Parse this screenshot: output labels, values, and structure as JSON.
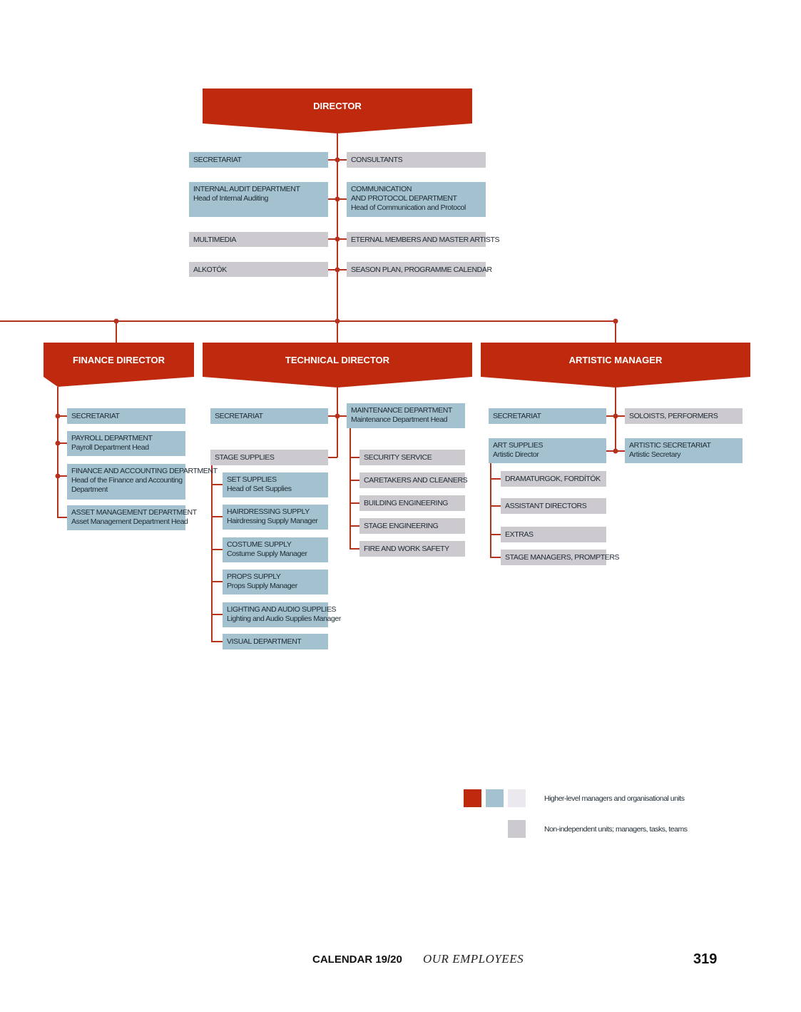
{
  "director": {
    "label": "DIRECTOR"
  },
  "staff_left": [
    {
      "title": "SECRETARIAT",
      "subtitle": "",
      "color": "blue"
    },
    {
      "title": "INTERNAL AUDIT DEPARTMENT",
      "subtitle": "Head of Internal Auditing",
      "color": "blue"
    },
    {
      "title": "MULTIMEDIA",
      "subtitle": "",
      "color": "grey"
    },
    {
      "title": "ALKOTÓK",
      "subtitle": "",
      "color": "grey"
    }
  ],
  "staff_right": [
    {
      "title": "CONSULTANTS",
      "subtitle": "",
      "color": "grey"
    },
    {
      "title": "COMMUNICATION\nAND PROTOCOL DEPARTMENT",
      "subtitle": "Head of Communication and Protocol",
      "color": "blue"
    },
    {
      "title": "ETERNAL MEMBERS AND MASTER ARTISTS",
      "subtitle": "",
      "color": "grey"
    },
    {
      "title": "SEASON PLAN, PROGRAMME CALENDAR",
      "subtitle": "",
      "color": "grey"
    }
  ],
  "finance": {
    "label": "FINANCE DIRECTOR",
    "units": [
      {
        "title": "SECRETARIAT",
        "subtitle": "",
        "color": "blue"
      },
      {
        "title": "PAYROLL DEPARTMENT",
        "subtitle": "Payroll Department Head",
        "color": "blue"
      },
      {
        "title": "FINANCE AND ACCOUNTING DEPARTMENT",
        "subtitle": "Head of the Finance and Accounting\nDepartment",
        "color": "blue"
      },
      {
        "title": "ASSET MANAGEMENT DEPARTMENT",
        "subtitle": "Asset Management Department Head",
        "color": "blue"
      }
    ]
  },
  "technical": {
    "label": "TECHNICAL DIRECTOR",
    "secretariat": {
      "title": "SECRETARIAT",
      "subtitle": "",
      "color": "blue"
    },
    "stage_supplies": {
      "title": "STAGE SUPPLIES",
      "subtitle": "",
      "color": "grey"
    },
    "stage_units": [
      {
        "title": "SET SUPPLIES",
        "subtitle": "Head of Set Supplies",
        "color": "blue"
      },
      {
        "title": "HAIRDRESSING SUPPLY",
        "subtitle": "Hairdressing Supply Manager",
        "color": "blue"
      },
      {
        "title": "COSTUME SUPPLY",
        "subtitle": "Costume Supply Manager",
        "color": "blue"
      },
      {
        "title": "PROPS SUPPLY",
        "subtitle": "Props Supply Manager",
        "color": "blue"
      },
      {
        "title": "LIGHTING AND AUDIO SUPPLIES",
        "subtitle": "Lighting and Audio Supplies Manager",
        "color": "blue"
      },
      {
        "title": "VISUAL DEPARTMENT",
        "subtitle": "",
        "color": "blue"
      }
    ],
    "maintenance": {
      "title": "MAINTENANCE DEPARTMENT",
      "subtitle": "Maintenance Department Head",
      "color": "blue"
    },
    "maintenance_units": [
      {
        "title": "SECURITY SERVICE",
        "subtitle": "",
        "color": "grey"
      },
      {
        "title": "CARETAKERS AND CLEANERS",
        "subtitle": "",
        "color": "grey"
      },
      {
        "title": "BUILDING ENGINEERING",
        "subtitle": "",
        "color": "grey"
      },
      {
        "title": "STAGE ENGINEERING",
        "subtitle": "",
        "color": "grey"
      },
      {
        "title": "FIRE AND WORK SAFETY",
        "subtitle": "",
        "color": "grey"
      }
    ]
  },
  "artistic": {
    "label": "ARTISTIC MANAGER",
    "secretariat": {
      "title": "SECRETARIAT",
      "subtitle": "",
      "color": "blue"
    },
    "art_supplies": {
      "title": "ART SUPPLIES",
      "subtitle": "Artistic Director",
      "color": "blue"
    },
    "art_units": [
      {
        "title": "DRAMATURGOK, FORDÍTÓK",
        "subtitle": "",
        "color": "grey"
      },
      {
        "title": "ASSISTANT DIRECTORS",
        "subtitle": "",
        "color": "grey"
      },
      {
        "title": "EXTRAS",
        "subtitle": "",
        "color": "grey"
      },
      {
        "title": "STAGE MANAGERS, PROMPTERS",
        "subtitle": "",
        "color": "grey"
      }
    ],
    "right_units": [
      {
        "title": "SOLOISTS, PERFORMERS",
        "subtitle": "",
        "color": "grey"
      },
      {
        "title": "ARTISTIC SECRETARIAT",
        "subtitle": "Artistic Secretary",
        "color": "blue"
      }
    ]
  },
  "legend": [
    {
      "text": "Higher-level managers and organisational units",
      "swatches": [
        "#bf2a0e",
        "#a3c1ce",
        "#ebe9ee"
      ]
    },
    {
      "text": "Non-independent units; managers, tasks, teams",
      "swatches": [
        "#ccc9cf"
      ]
    }
  ],
  "colors": {
    "red": "#bf2a0e",
    "blue": "#a3c1ce",
    "grey": "#ccc9cf",
    "light": "#ebe9ee",
    "line": "#b5321c"
  },
  "footer": {
    "calendar": "CALENDAR 19/20",
    "section": "OUR EMPLOYEES",
    "page": "319"
  }
}
